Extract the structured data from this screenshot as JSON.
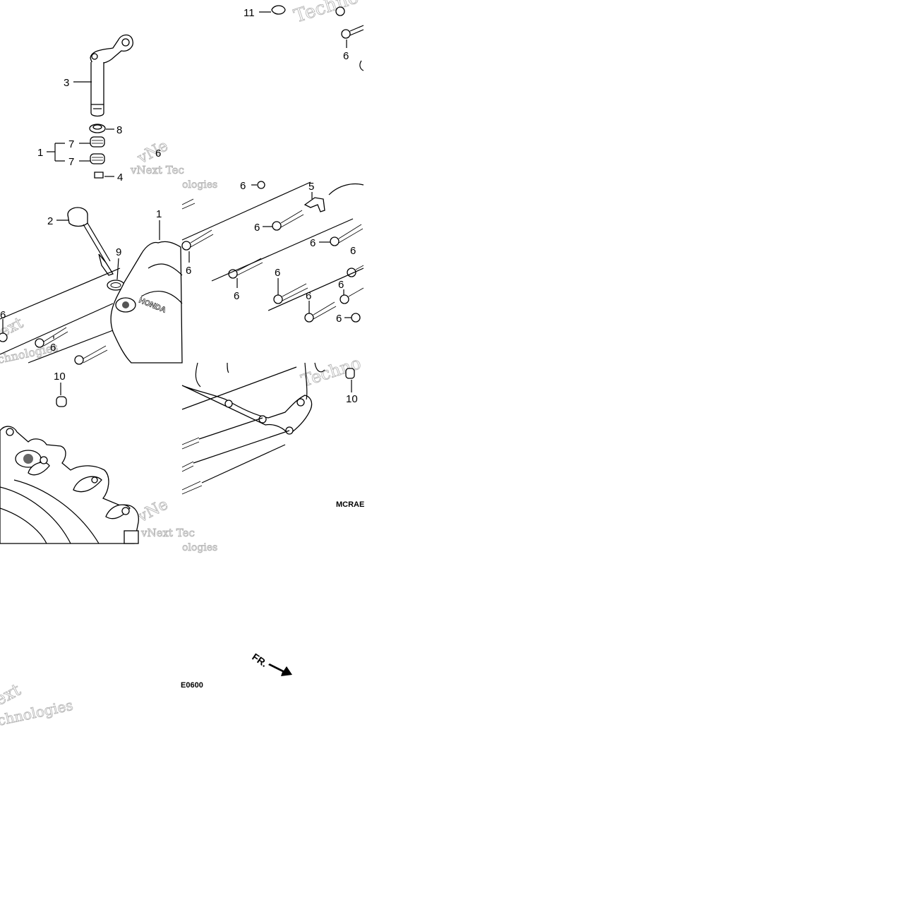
{
  "diagram": {
    "part_labels": [
      {
        "id": "p11",
        "text": "11"
      },
      {
        "id": "p6a",
        "text": "6"
      },
      {
        "id": "p3",
        "text": "3"
      },
      {
        "id": "p8",
        "text": "8"
      },
      {
        "id": "p1a",
        "text": "1"
      },
      {
        "id": "p7a",
        "text": "7"
      },
      {
        "id": "p7b",
        "text": "7"
      },
      {
        "id": "p4",
        "text": "4"
      },
      {
        "id": "p6b",
        "text": "6"
      },
      {
        "id": "p5",
        "text": "5"
      },
      {
        "id": "p2",
        "text": "2"
      },
      {
        "id": "p1b",
        "text": "1"
      },
      {
        "id": "p9",
        "text": "9"
      },
      {
        "id": "p6c",
        "text": "6"
      },
      {
        "id": "p6d",
        "text": "6"
      },
      {
        "id": "p6e",
        "text": "6"
      },
      {
        "id": "p6f",
        "text": "6"
      },
      {
        "id": "p6g",
        "text": "6"
      },
      {
        "id": "p6h",
        "text": "6"
      },
      {
        "id": "p6i",
        "text": "6"
      },
      {
        "id": "p6j",
        "text": "6"
      },
      {
        "id": "p6k",
        "text": "6"
      },
      {
        "id": "p6l",
        "text": "6"
      },
      {
        "id": "p6m",
        "text": "6"
      },
      {
        "id": "p6n",
        "text": "6"
      },
      {
        "id": "p10a",
        "text": "10"
      },
      {
        "id": "p10b",
        "text": "10"
      }
    ],
    "code_right": "MCRAE",
    "code_bottom": "E0600",
    "front_marker": "FR.",
    "brand_on_cover": "HONDA",
    "watermark_line1": "vNext",
    "watermark_line2": "Technologies",
    "watermark_fragments": [
      "Techno",
      "vNext Tec",
      "ologies",
      "chnologies",
      "ext",
      "Techno",
      "vNe",
      "vNext Tec",
      "ologies",
      "ext",
      "chnologies"
    ]
  }
}
